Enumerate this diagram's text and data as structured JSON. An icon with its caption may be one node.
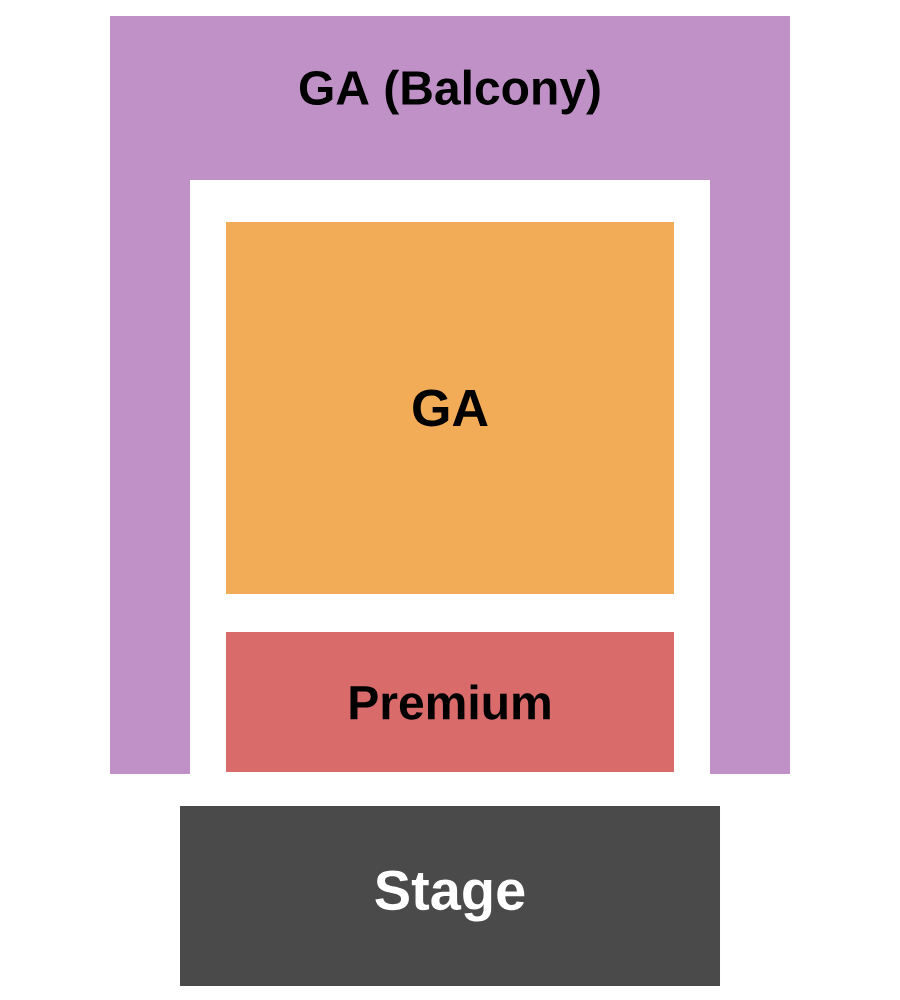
{
  "diagram": {
    "nodes": [
      {
        "text": [
          "GA (Balcony)"
        ]
      },
      {
        "text": [
          "GA"
        ],
        "in": 0
      },
      {
        "text": [
          "Premium"
        ],
        "in": 0
      },
      {
        "text": [
          "Stage"
        ]
      }
    ]
  }
}
